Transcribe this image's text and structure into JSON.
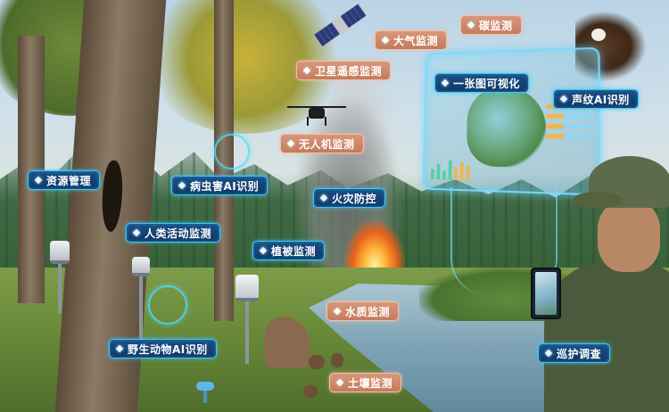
{
  "scene": {
    "description": "Smart forestry monitoring illustration",
    "colors": {
      "blue_tag_bg": "#1a4f86",
      "blue_tag_border": "#3ec7f4",
      "orange_tag_bg": "#d9977a",
      "orange_tag_border": "#f0c3ab",
      "tag_text": "#ffffff"
    }
  },
  "labels": {
    "carbon": "碳监测",
    "atmosphere": "大气监测",
    "satellite": "卫星遥感监测",
    "one_map": "一张图可视化",
    "voiceprint": "声纹AI识别",
    "drone": "无人机监测",
    "resource": "资源管理",
    "pest": "病虫害AI识别",
    "fire": "火灾防控",
    "human_activity": "人类活动监测",
    "vegetation": "植被监测",
    "water": "水质监测",
    "wildlife": "野生动物AI识别",
    "soil": "土壤监测",
    "patrol": "巡护调查"
  }
}
